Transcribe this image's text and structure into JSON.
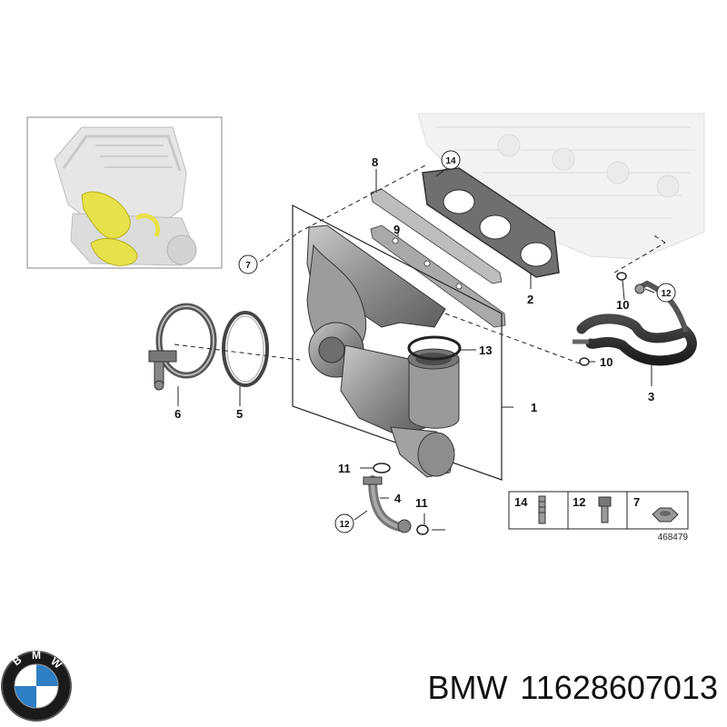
{
  "diagram": {
    "callouts": {
      "c1": "1",
      "c2": "2",
      "c3": "3",
      "c4": "4",
      "c5": "5",
      "c6": "6",
      "c7": "7",
      "c8": "8",
      "c9": "9",
      "c10a": "10",
      "c10b": "10",
      "c11a": "11",
      "c11b": "11",
      "c12a": "12",
      "c12b": "12",
      "c13": "13",
      "c14": "14"
    },
    "legend": {
      "item14": "14",
      "item12": "12",
      "item7": "7"
    },
    "doc_number": "468479",
    "thumbnail_highlight_color": "#e8e24a"
  },
  "caption": {
    "brand": "BMW",
    "part_number": "11628607013"
  },
  "logo": {
    "text": "BMW",
    "colors": {
      "ring": "#111111",
      "blue": "#2f7fc4",
      "white": "#ffffff"
    }
  }
}
